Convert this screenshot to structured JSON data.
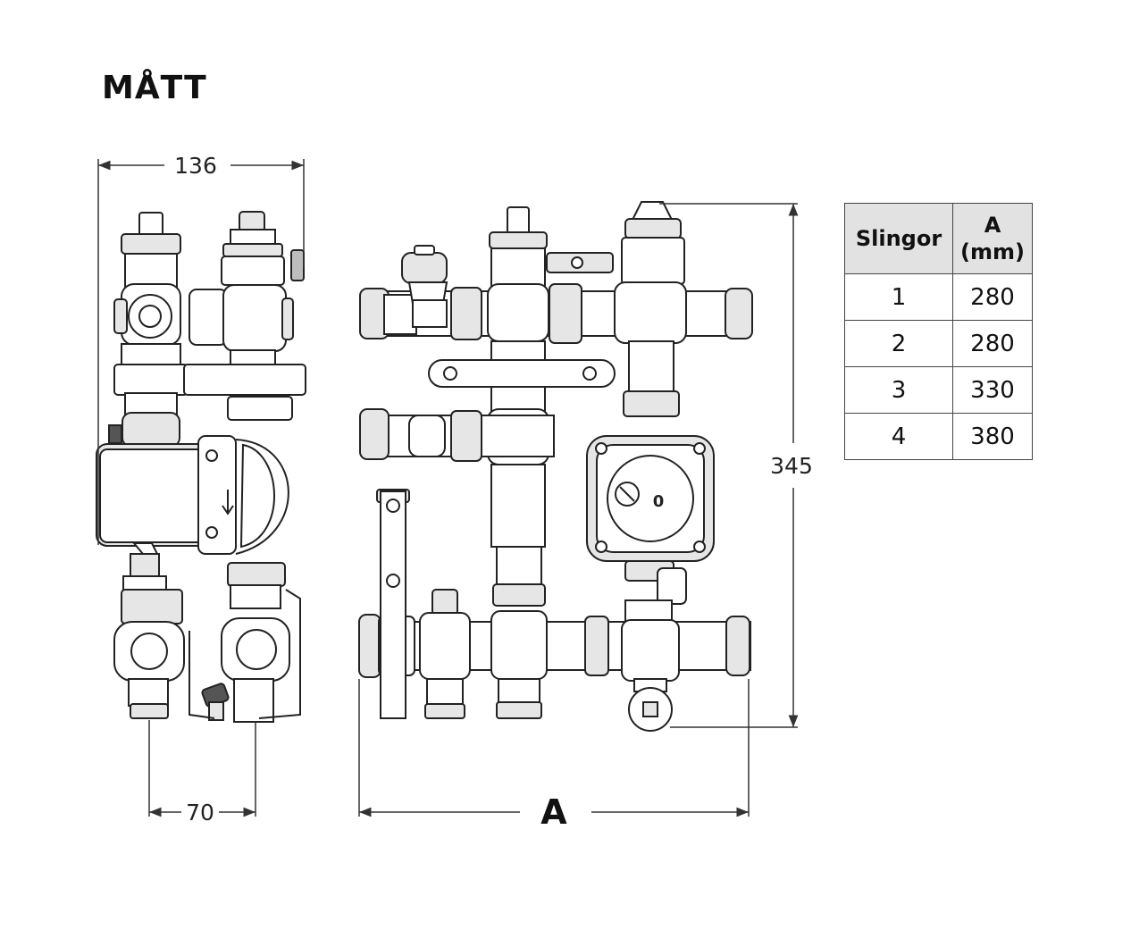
{
  "title": "MÅTT",
  "dimensions": {
    "width_side": "136",
    "pipe_spacing": "70",
    "height": "345",
    "length_label": "A"
  },
  "pump_label": "0",
  "table": {
    "headers": [
      "Slingor",
      "A\n(mm)"
    ],
    "rows": [
      {
        "slingor": "1",
        "a": "280"
      },
      {
        "slingor": "2",
        "a": "280"
      },
      {
        "slingor": "3",
        "a": "330"
      },
      {
        "slingor": "4",
        "a": "380"
      }
    ]
  }
}
